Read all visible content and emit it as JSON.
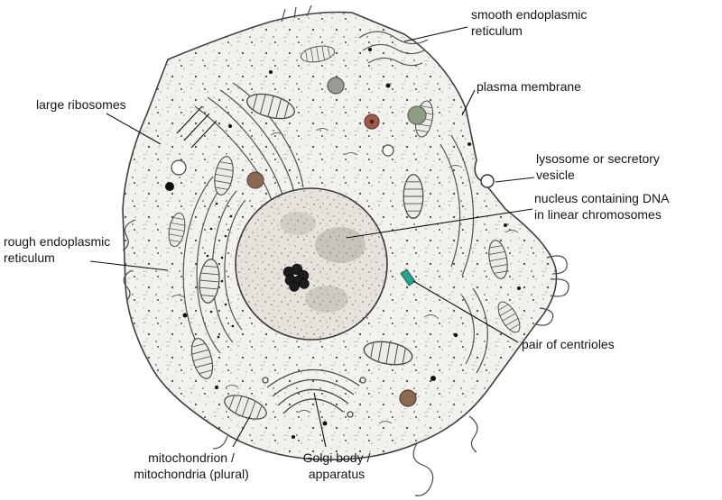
{
  "diagram": {
    "subject": "animal cell (eukaryotic cell) electron-micrograph style drawing",
    "labels": {
      "smooth_er": "smooth endoplasmic\nreticulum",
      "plasma_membrane": "plasma membrane",
      "large_ribosomes": "large ribosomes",
      "lysosome": "lysosome or secretory\nvesicle",
      "nucleus": "nucleus containing DNA\nin linear chromosomes",
      "rough_er": "rough endoplasmic\nreticulum",
      "centrioles": "pair of centrioles",
      "mitochondrion": "mitochondrion /\nmitochondria (plural)",
      "golgi": "Golgi body /\napparatus"
    },
    "colors": {
      "background": "#ffffff",
      "ink": "#151515",
      "membrane_line": "#3f3f3f",
      "cytoplasm": "#f2f1ee",
      "nucleus_fill": "#e6e3dd",
      "nucleolus": "#1c1c1c",
      "centriole_teal": "#2fa08f",
      "vesicle_brown": "#9c5a4a",
      "vesicle_olive": "#8f9c85"
    }
  }
}
